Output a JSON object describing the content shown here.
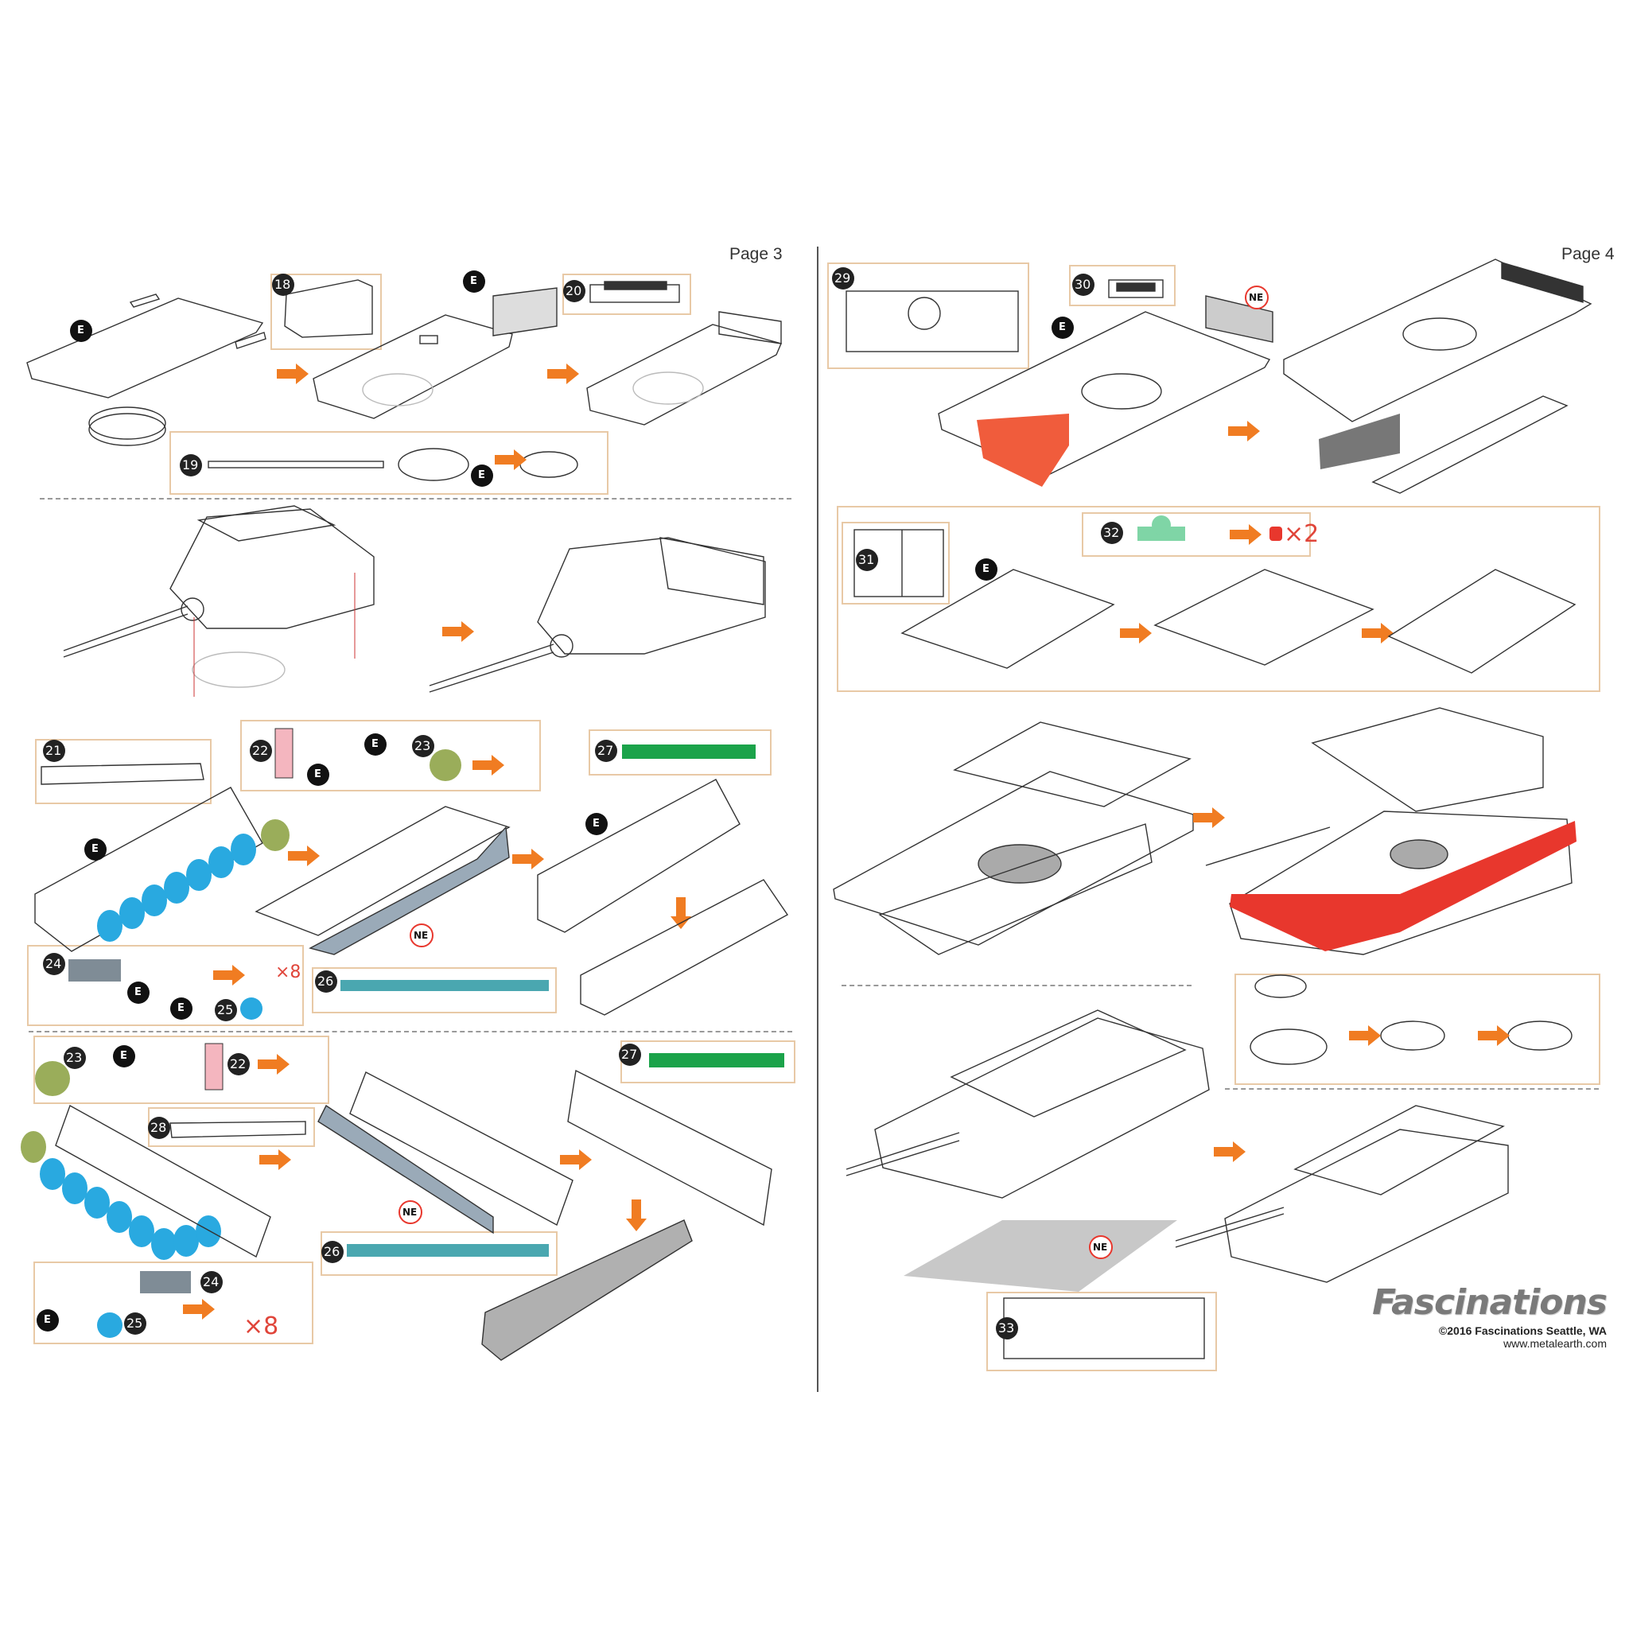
{
  "pages": {
    "left_label": "Page 3",
    "right_label": "Page 4"
  },
  "steps": [
    "18",
    "19",
    "20",
    "21",
    "22",
    "23",
    "24",
    "25",
    "26",
    "27",
    "28",
    "29",
    "30",
    "31",
    "32",
    "33"
  ],
  "badges": {
    "e": "E",
    "ne": "NE"
  },
  "multipliers": {
    "x8": "×8",
    "x2": "×2"
  },
  "watermark": "FASCINATIONS",
  "brand": {
    "logo": "Fascinations",
    "copyright": "©2016 Fascinations Seattle, WA",
    "url": "www.metalearth.com"
  },
  "colors": {
    "arrow": "#f07c22",
    "panel_border": "#e8c9a6",
    "blue_wheel": "#29a9e0",
    "green_part": "#1ba34a",
    "teal_part": "#4aa7b0",
    "red_part": "#e8372d",
    "olive_gear": "#9aad5a",
    "pink_part": "#f4b6bf",
    "gray_part": "#b9b9b9"
  }
}
